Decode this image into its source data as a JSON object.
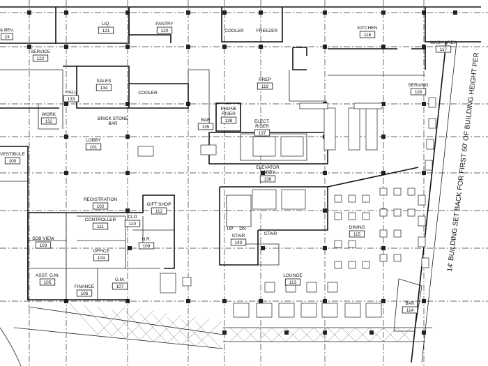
{
  "floor_plan": {
    "rooms": [
      {
        "name": "& BEV.",
        "number": "23"
      },
      {
        "name": "LIQ.",
        "number": "121"
      },
      {
        "name": "PANTRY",
        "number": "120"
      },
      {
        "name": "COOLER",
        "number": ""
      },
      {
        "name": "FREEZER",
        "number": ""
      },
      {
        "name": "KITCHEN",
        "number": "118"
      },
      {
        "name": "WASH AREA",
        "number": "117"
      },
      {
        "name": "SERVICE",
        "number": "122"
      },
      {
        "name": "SALES",
        "number": "134"
      },
      {
        "name": "COOLER",
        "number": ""
      },
      {
        "name": "HALL",
        "number": "133"
      },
      {
        "name": "WORK",
        "number": "132"
      },
      {
        "name": "PREP",
        "number": "119"
      },
      {
        "name": "SERVING",
        "number": "116"
      },
      {
        "name": "BAR",
        "number": "135"
      },
      {
        "name": "PHONE RISER",
        "number": "138"
      },
      {
        "name": "ELECT. RISER",
        "number": "137"
      },
      {
        "name": "BRICK STONE BAR",
        "number": ""
      },
      {
        "name": "VESTIBULE",
        "number": "100"
      },
      {
        "name": "LOBBY",
        "number": "101"
      },
      {
        "name": "ELEVATOR LOBBY",
        "number": "136"
      },
      {
        "name": "REGISTRATION",
        "number": "102"
      },
      {
        "name": "GIFT SHOP",
        "number": "112"
      },
      {
        "name": "CONTROLLER",
        "number": "111"
      },
      {
        "name": "CLO",
        "number": "110"
      },
      {
        "name": "SDB VIEW",
        "number": "103"
      },
      {
        "name": "H.R.",
        "number": "109"
      },
      {
        "name": "OFFICE",
        "number": "104"
      },
      {
        "name": "STAIR",
        "number": "140"
      },
      {
        "name": "DINING",
        "number": "115"
      },
      {
        "name": "ASST. G.M.",
        "number": "105"
      },
      {
        "name": "FINANCE",
        "number": "106"
      },
      {
        "name": "G.M.",
        "number": "107"
      },
      {
        "name": "LOUNGE",
        "number": "113"
      },
      {
        "name": "BAR",
        "number": "114"
      }
    ],
    "misc": {
      "stair_up": "UP",
      "stair_dn": "DN",
      "stair_label": "STAIR"
    },
    "setback_note": "14' BUILDING SET BACK FOR FIRST 60' OF BUILDING HEIGHT PER"
  }
}
